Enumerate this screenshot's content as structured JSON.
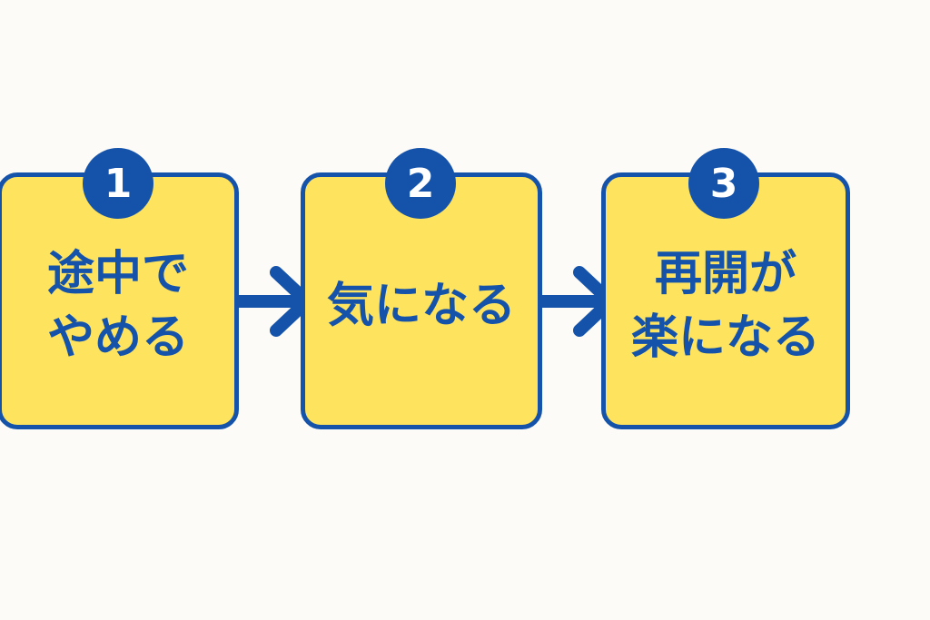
{
  "steps": [
    {
      "number": "1",
      "label": "途中で\nやめる"
    },
    {
      "number": "2",
      "label": "気になる"
    },
    {
      "number": "3",
      "label": "再開が\n楽になる"
    }
  ],
  "colors": {
    "box_fill": "#fde35e",
    "accent": "#1553ab",
    "background": "#fcfbf8"
  },
  "arrow_icon": "arrow-right-icon"
}
